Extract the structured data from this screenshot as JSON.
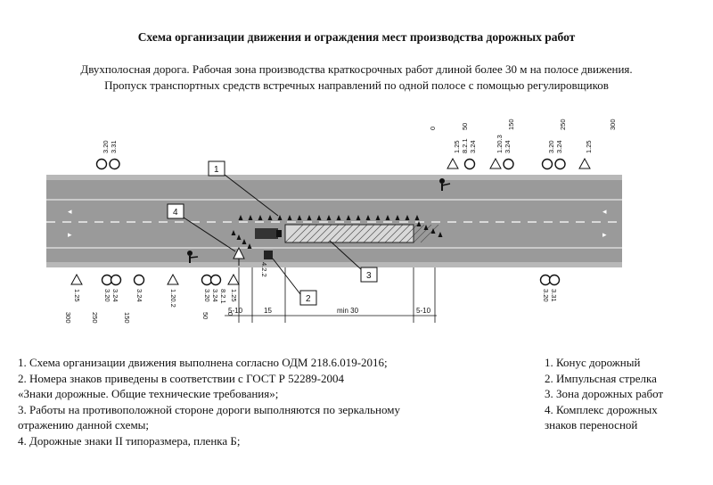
{
  "title": "Схема организации движения и ограждения мест производства дорожных работ",
  "subtitle_line1": "Двухполосная дорога. Рабочая зона производства краткосрочных работ длиной более 30 м на полосе движения.",
  "subtitle_line2": "Пропуск транспортных средств встречных направлений по одной полосе с помощью регулировщиков",
  "top_distances": [
    "0",
    "50",
    "150",
    "250",
    "300"
  ],
  "bottom_distances": [
    "0",
    "50",
    "150",
    "250",
    "300"
  ],
  "top_sign_groups": [
    {
      "labels": [
        "3.20",
        "3.31"
      ]
    },
    {
      "labels": [
        "1.25",
        "8.2.1",
        "3.24"
      ]
    },
    {
      "labels": [
        "1.20.3",
        "3.24"
      ]
    },
    {
      "labels": [
        "3.20",
        "3.24"
      ]
    },
    {
      "labels": [
        "1.25"
      ]
    }
  ],
  "bottom_sign_groups": [
    {
      "labels": [
        "1.25"
      ]
    },
    {
      "labels": [
        "3.20",
        "3.24"
      ]
    },
    {
      "labels": [
        "3.24"
      ]
    },
    {
      "labels": [
        "1.20.2"
      ]
    },
    {
      "labels": [
        "3.20",
        "3.24",
        "8.2.1"
      ]
    },
    {
      "labels": [
        "1.25"
      ]
    },
    {
      "labels": [
        "3.20",
        "3.31"
      ]
    }
  ],
  "small_sign_label": "4.2.2",
  "dimensions": [
    "5-10",
    "15",
    "min 30",
    "5-10"
  ],
  "callouts": [
    "1",
    "2",
    "3",
    "4"
  ],
  "notes": [
    "1. Схема организации движения выполнена согласно ОДМ 218.6.019-2016;",
    "2. Номера знаков приведены в соответствии с ГОСТ Р 52289-2004",
    " «Знаки дорожные. Общие технические требования»;",
    "3. Работы на противоположной стороне дороги выполняются по зеркальному",
    "отражению данной схемы;",
    "4. Дорожные знаки II типоразмера, пленка Б;"
  ],
  "legend": [
    "1. Конус дорожный",
    "2. Импульсная стрелка",
    "3. Зона дорожных работ",
    "4. Комплекс дорожных",
    "знаков переносной"
  ],
  "colors": {
    "road": "#9a9a9a",
    "lane_mark": "#f2f2f2",
    "zone_fill": "#d9d9d9"
  }
}
